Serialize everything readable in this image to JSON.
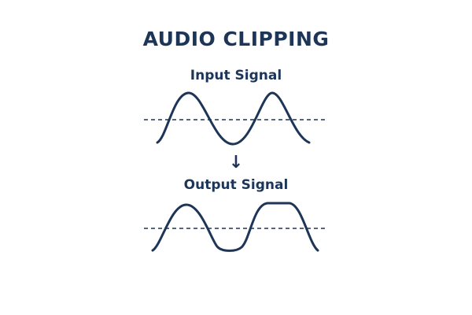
{
  "diagram": {
    "title": "AUDIO CLIPPING",
    "input_label": "Input Signal",
    "output_label": "Output Signal",
    "arrow_glyph": "↓"
  },
  "colors": {
    "ink": "#1d3557",
    "background": "#ffffff"
  }
}
